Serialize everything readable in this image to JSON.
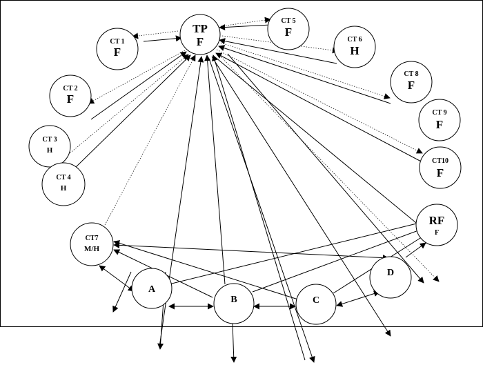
{
  "nodes": [
    {
      "id": "TP",
      "top": "TP",
      "bottom": "F"
    },
    {
      "id": "CT1",
      "top": "CT 1",
      "bottom": "F"
    },
    {
      "id": "CT2",
      "top": "CT 2",
      "bottom": "F"
    },
    {
      "id": "CT3",
      "top": "CT 3",
      "bottom": "H"
    },
    {
      "id": "CT4",
      "top": "CT 4",
      "bottom": "H"
    },
    {
      "id": "CT5",
      "top": "CT 5",
      "bottom": "F"
    },
    {
      "id": "CT6",
      "top": "CT 6",
      "bottom": "H"
    },
    {
      "id": "CT7",
      "top": "CT7",
      "bottom": "M/H"
    },
    {
      "id": "CT8",
      "top": "CT 8",
      "bottom": "F"
    },
    {
      "id": "CT9",
      "top": "CT 9",
      "bottom": "F"
    },
    {
      "id": "CT10",
      "top": "CT10",
      "bottom": "F"
    },
    {
      "id": "RF",
      "top": "RF",
      "bottom": "F"
    },
    {
      "id": "A",
      "top": "A",
      "bottom": ""
    },
    {
      "id": "B",
      "top": "B",
      "bottom": ""
    },
    {
      "id": "C",
      "top": "C",
      "bottom": ""
    },
    {
      "id": "D",
      "top": "D",
      "bottom": ""
    }
  ],
  "edges": [
    {
      "from": "CT1",
      "to": "TP",
      "style": "solid",
      "dir": "forward"
    },
    {
      "from": "TP",
      "to": "CT1",
      "style": "dotted",
      "dir": "forward"
    },
    {
      "from": "CT5",
      "to": "TP",
      "style": "solid",
      "dir": "forward"
    },
    {
      "from": "TP",
      "to": "CT5",
      "style": "dotted",
      "dir": "forward"
    },
    {
      "from": "CT6",
      "to": "TP",
      "style": "solid",
      "dir": "forward"
    },
    {
      "from": "TP",
      "to": "CT6",
      "style": "dotted",
      "dir": "forward"
    },
    {
      "from": "CT8",
      "to": "TP",
      "style": "solid",
      "dir": "forward"
    },
    {
      "from": "TP",
      "to": "CT8",
      "style": "dotted",
      "dir": "forward"
    },
    {
      "from": "CT10",
      "to": "TP",
      "style": "solid",
      "dir": "forward"
    },
    {
      "from": "TP",
      "to": "CT10",
      "style": "dotted",
      "dir": "forward"
    },
    {
      "from": "CT2",
      "to": "TP",
      "style": "solid",
      "dir": "forward"
    },
    {
      "from": "TP",
      "to": "CT2",
      "style": "dotted",
      "dir": "forward"
    },
    {
      "from": "CT4",
      "to": "TP",
      "style": "solid",
      "dir": "forward"
    },
    {
      "from": "CT3",
      "to": "TP",
      "style": "dotted",
      "dir": "forward"
    },
    {
      "from": "CT7",
      "to": "TP",
      "style": "dotted",
      "dir": "forward"
    },
    {
      "from": "A",
      "to": "TP",
      "style": "solid",
      "dir": "forward"
    },
    {
      "from": "B",
      "to": "TP",
      "style": "solid",
      "dir": "forward"
    },
    {
      "from": "C",
      "to": "TP",
      "style": "solid",
      "dir": "forward"
    },
    {
      "from": "TP",
      "to": "RF",
      "style": "solid",
      "dir": "forward"
    },
    {
      "from": "TP",
      "to": "RF",
      "style": "dotted",
      "dir": "forward"
    },
    {
      "from": "A",
      "to": "B",
      "style": "solid",
      "dir": "both"
    },
    {
      "from": "B",
      "to": "C",
      "style": "solid",
      "dir": "both"
    },
    {
      "from": "C",
      "to": "D",
      "style": "solid",
      "dir": "both"
    },
    {
      "from": "CT7",
      "to": "A",
      "style": "solid",
      "dir": "both"
    },
    {
      "from": "B",
      "to": "CT7",
      "style": "solid",
      "dir": "forward"
    },
    {
      "from": "C",
      "to": "CT7",
      "style": "solid",
      "dir": "forward"
    },
    {
      "from": "CT7",
      "to": "D",
      "style": "solid",
      "dir": "both"
    },
    {
      "from": "A",
      "to": "RF",
      "style": "solid",
      "dir": "forward"
    },
    {
      "from": "B",
      "to": "RF",
      "style": "solid",
      "dir": "forward"
    },
    {
      "from": "C",
      "to": "RF",
      "style": "solid",
      "dir": "forward"
    },
    {
      "from": "D",
      "to": "RF",
      "style": "solid",
      "dir": "forward"
    }
  ]
}
